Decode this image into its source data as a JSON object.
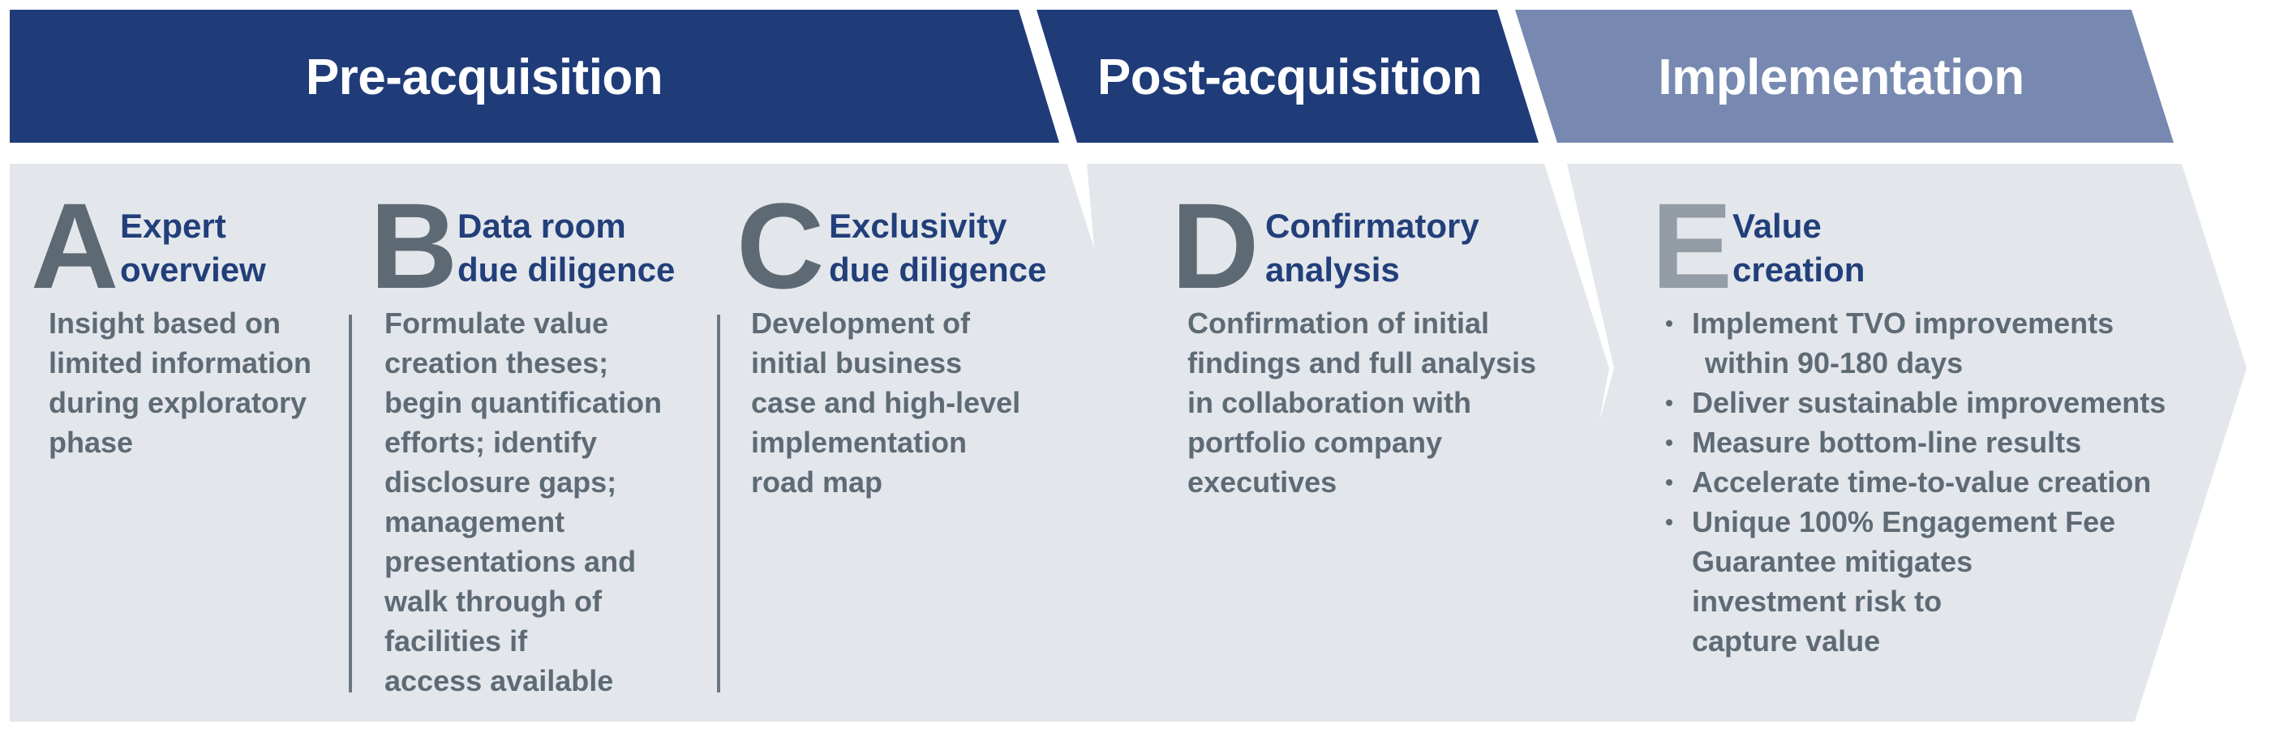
{
  "phases": [
    {
      "label": "Pre-acquisition",
      "color": "#1f3c79"
    },
    {
      "label": "Post-acquisition",
      "color": "#1f3c79"
    },
    {
      "label": "Implementation",
      "color": "#7789b0"
    }
  ],
  "panel_color": "#e3e7ec",
  "sections": [
    {
      "letter": "A",
      "title": [
        "Expert",
        "overview"
      ],
      "body": [
        "Insight based on",
        "limited information",
        "during exploratory",
        "phase"
      ]
    },
    {
      "letter": "B",
      "title": [
        "Data room",
        "due diligence"
      ],
      "body": [
        "Formulate value",
        "creation theses;",
        "begin quantification",
        "efforts; identify",
        "disclosure gaps;",
        "management",
        "presentations and",
        "walk through of",
        "facilities if",
        "access available"
      ]
    },
    {
      "letter": "C",
      "title": [
        "Exclusivity",
        "due diligence"
      ],
      "body": [
        "Development of",
        "initial business",
        "case and high-level",
        "implementation",
        "road map"
      ]
    },
    {
      "letter": "D",
      "title": [
        "Confirmatory",
        "analysis"
      ],
      "body": [
        "Confirmation of initial",
        "findings and full analysis",
        "in collaboration with",
        "portfolio company",
        "executives"
      ]
    },
    {
      "letter": "E",
      "title": [
        "Value",
        "creation"
      ],
      "bullets": [
        [
          "Implement TVO improvements",
          "within 90-180 days"
        ],
        [
          "Deliver sustainable improvements"
        ],
        [
          "Measure bottom-line results"
        ],
        [
          "Accelerate time-to-value creation"
        ],
        [
          "Unique 100% Engagement Fee",
          "Guarantee mitigates",
          "investment risk to",
          "capture value"
        ]
      ]
    }
  ]
}
